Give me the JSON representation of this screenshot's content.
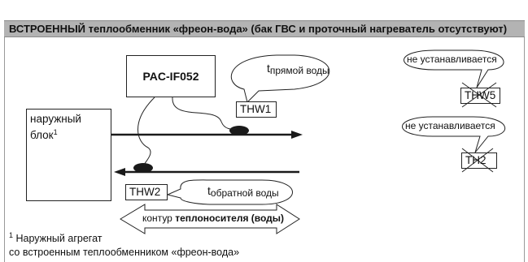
{
  "header": {
    "title": "ВСТРОЕННЫЙ теплообменник «фреон-вода» (бак ГВС и проточный нагреватель отсутствуют)"
  },
  "controller": {
    "label": "PAC-IF052"
  },
  "outdoor_unit": {
    "label_line1": "наружный",
    "label_line2": "блок",
    "footnote_mark": "1"
  },
  "sensors": {
    "thw1": "THW1",
    "thw2": "THW2",
    "thw5": "THW5",
    "th2": "TH2"
  },
  "bubbles": {
    "supply_t": "t",
    "supply_sub": "прямой воды",
    "return_t": "t",
    "return_sub": "обратной воды",
    "not_installed_1": "не устанавливается",
    "not_installed_2": "не устанавливается"
  },
  "contour": {
    "prefix": "контур ",
    "bold": "теплоносителя (воды)"
  },
  "footnote": {
    "mark": "1",
    "line1": " Наружный агрегат",
    "line2": "со встроенным теплообменником «фреон-вода»"
  },
  "colors": {
    "header_bg": "#b3b3b3",
    "heat_exchanger_fill": "#bdbdbd",
    "line": "#1a1a1a"
  }
}
